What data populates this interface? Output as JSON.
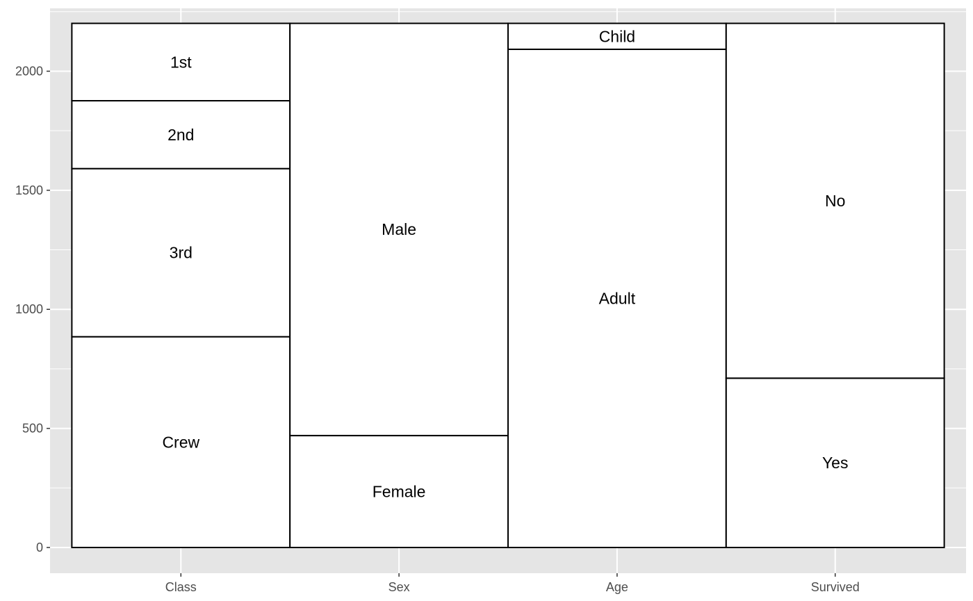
{
  "chart_data": {
    "type": "alluvial-stratum",
    "title": "",
    "xlabel": "",
    "ylabel": "",
    "ylim": [
      -108,
      2264
    ],
    "y_ticks": [
      0,
      500,
      1000,
      1500,
      2000
    ],
    "y_tick_labels": [
      "0",
      "500",
      "1000",
      "1500",
      "2000"
    ],
    "grid": true,
    "colors": {
      "panel_background": "#e5e5e5",
      "grid_line": "#ffffff",
      "stratum_fill": "#ffffff",
      "stratum_stroke": "#000000",
      "tick_label": "#4d4d4d"
    },
    "axes": [
      {
        "name": "Class",
        "strata": [
          {
            "label": "Crew",
            "value": 885
          },
          {
            "label": "3rd",
            "value": 706
          },
          {
            "label": "2nd",
            "value": 285
          },
          {
            "label": "1st",
            "value": 325
          }
        ]
      },
      {
        "name": "Sex",
        "strata": [
          {
            "label": "Female",
            "value": 470
          },
          {
            "label": "Male",
            "value": 1731
          }
        ]
      },
      {
        "name": "Age",
        "strata": [
          {
            "label": "Adult",
            "value": 2092
          },
          {
            "label": "Child",
            "value": 109
          }
        ]
      },
      {
        "name": "Survived",
        "strata": [
          {
            "label": "Yes",
            "value": 711
          },
          {
            "label": "No",
            "value": 1490
          }
        ]
      }
    ]
  }
}
